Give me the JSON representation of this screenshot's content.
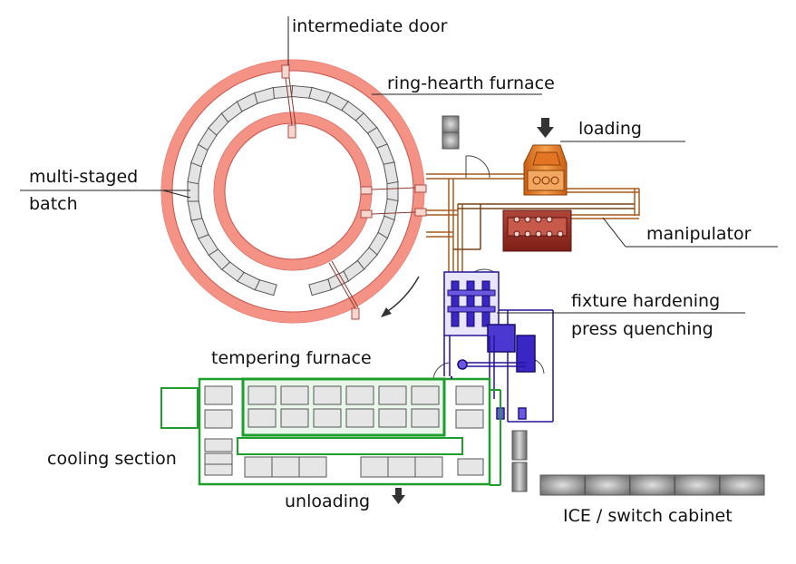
{
  "labels": {
    "intermediate_door": "intermediate door",
    "ring_hearth_furnace": "ring-hearth furnace",
    "loading": "loading",
    "multi_staged": "multi-staged",
    "batch": "batch",
    "manipulator": "manipulator",
    "fixture_hardening": "fixture hardening",
    "press_quenching": "press quenching",
    "tempering_furnace": "tempering furnace",
    "cooling_section": "cooling section",
    "unloading": "unloading",
    "ice_switch_cabinet": "ICE / switch cabinet"
  },
  "colors": {
    "furnace_ring": "#f07a6e",
    "furnace_fill": "#f59c92",
    "pipes": "#b5651d",
    "loading_unit": "#e8862a",
    "quench_unit": "#c0392b",
    "press_quench": "#2a1aa5",
    "tempering": "#1e9e2a",
    "cabinet": "#8a8a8a"
  },
  "icons": {
    "arrow_down": "down-arrow-icon",
    "rotation_arrow": "rotation-arrow-icon"
  }
}
